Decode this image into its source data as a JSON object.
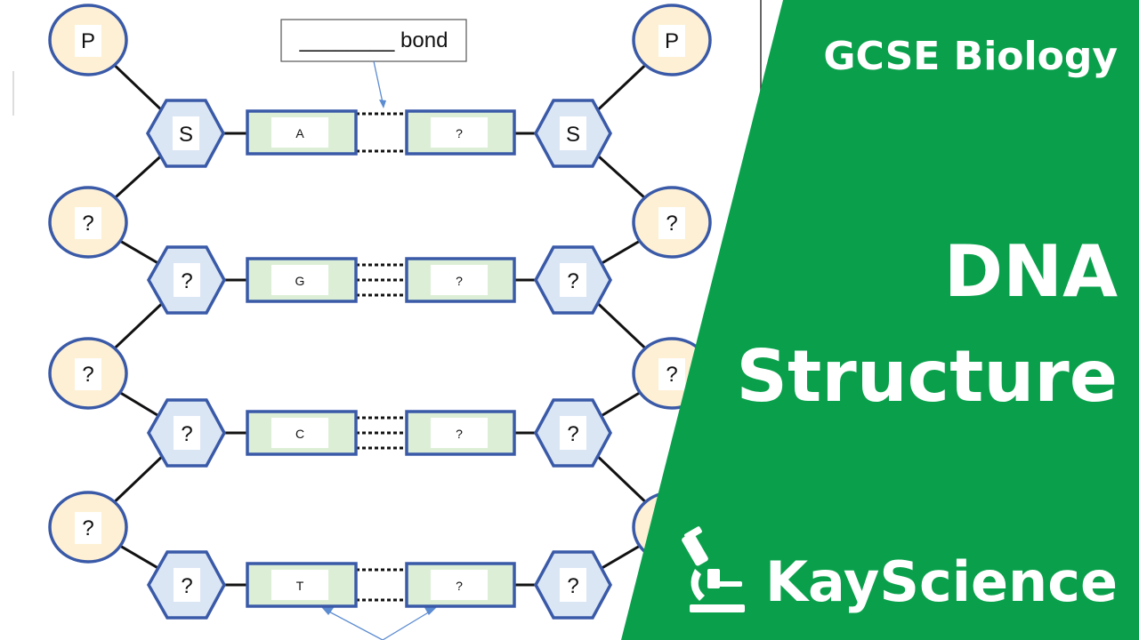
{
  "diagram": {
    "callout_label": "________ bond",
    "left_strand": {
      "phosphates": [
        "P",
        "?",
        "?",
        "?"
      ],
      "sugars": [
        "S",
        "?",
        "?",
        "?"
      ],
      "bases": [
        "A",
        "G",
        "C",
        "T"
      ]
    },
    "right_strand": {
      "phosphates": [
        "P",
        "?",
        "?",
        "?"
      ],
      "sugars": [
        "S",
        "?",
        "?",
        "?"
      ],
      "bases": [
        "?",
        "?",
        "?",
        "?"
      ]
    }
  },
  "banner": {
    "subject": "GCSE Biology",
    "title_line1": "DNA",
    "title_line2": "Structure",
    "brand": "KayScience",
    "background_color": "#0aa04b",
    "logo_icon": "microscope-icon"
  }
}
